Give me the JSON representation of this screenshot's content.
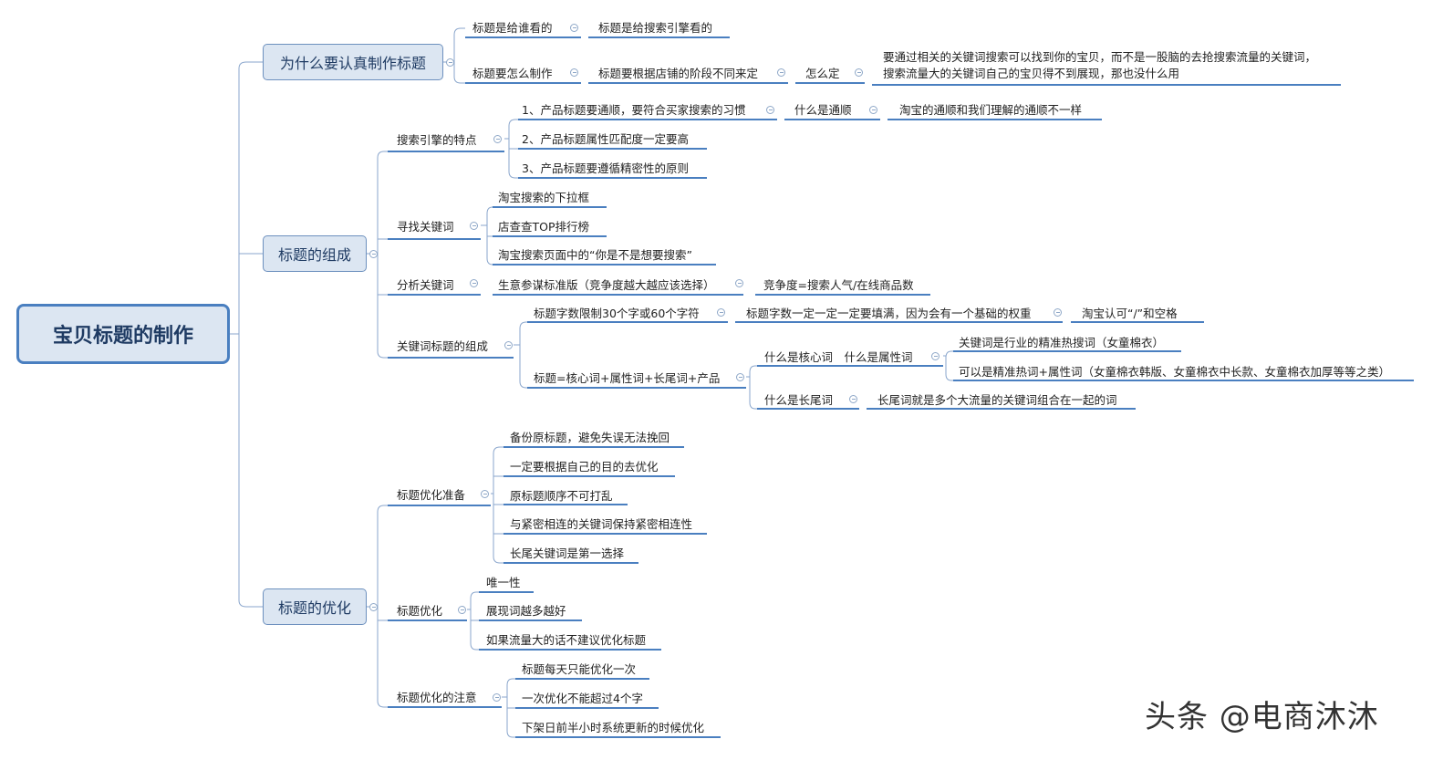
{
  "root": "宝贝标题的制作",
  "branches": {
    "why": {
      "label": "为什么要认真制作标题",
      "a1": "标题是给谁看的",
      "a2": "标题是给搜索引擎看的",
      "b1": "标题要怎么制作",
      "b2": "标题要根据店铺的阶段不同来定",
      "b3": "怎么定",
      "b4_line1": "要通过相关的关键词搜索可以找到你的宝贝，而不是一股脑的去抢搜索流量的关键词，",
      "b4_line2": "搜索流量大的关键词自己的宝贝得不到展现，那也没什么用"
    },
    "compose": {
      "label": "标题的组成",
      "engine": "搜索引擎的特点",
      "engine_1": "1、产品标题要通顺，要符合买家搜索的习惯",
      "engine_1a": "什么是通顺",
      "engine_1b": "淘宝的通顺和我们理解的通顺不一样",
      "engine_2": "2、产品标题属性匹配度一定要高",
      "engine_3": "3、产品标题要遵循精密性的原则",
      "find": "寻找关键词",
      "find_1": "淘宝搜索的下拉框",
      "find_2": "店查查TOP排行榜",
      "find_3": "淘宝搜索页面中的“你是不是想要搜索”",
      "analyze": "分析关键词",
      "analyze_1": "生意参谋标准版（竞争度越大越应该选择）",
      "analyze_2": "竞争度=搜索人气/在线商品数",
      "kw": "关键词标题的组成",
      "kw_1": "标题字数限制30个字或60个字符",
      "kw_1a": "标题字数一定一定一定要填满，因为会有一个基础的权重",
      "kw_1b": "淘宝认可“/”和空格",
      "kw_2": "标题=核心词+属性词+长尾词+产品",
      "kw_2a": "什么是核心词　什么是属性词",
      "kw_2a1": "关键词是行业的精准热搜词（女童棉衣）",
      "kw_2a2": "可以是精准热词+属性词（女童棉衣韩版、女童棉衣中长款、女童棉衣加厚等等之类）",
      "kw_2b": "什么是长尾词",
      "kw_2b1": "长尾词就是多个大流量的关键词组合在一起的词"
    },
    "optimize": {
      "label": "标题的优化",
      "prep": "标题优化准备",
      "prep_1": "备份原标题，避免失误无法挽回",
      "prep_2": "一定要根据自己的目的去优化",
      "prep_3": "原标题顺序不可打乱",
      "prep_4": "与紧密相连的关键词保持紧密相连性",
      "prep_5": "长尾关键词是第一选择",
      "opt": "标题优化",
      "opt_1": "唯一性",
      "opt_2": "展现词越多越好",
      "opt_3": "如果流量大的话不建议优化标题",
      "note": "标题优化的注意",
      "note_1": "标题每天只能优化一次",
      "note_2": "一次优化不能超过4个字",
      "note_3": "下架日前半小时系统更新的时候优化"
    }
  },
  "watermark": "头条 @电商沐沐",
  "colors": {
    "line": "#4a7fc0",
    "link": "#8aa6cc",
    "box_fill": "#dce6f2"
  }
}
